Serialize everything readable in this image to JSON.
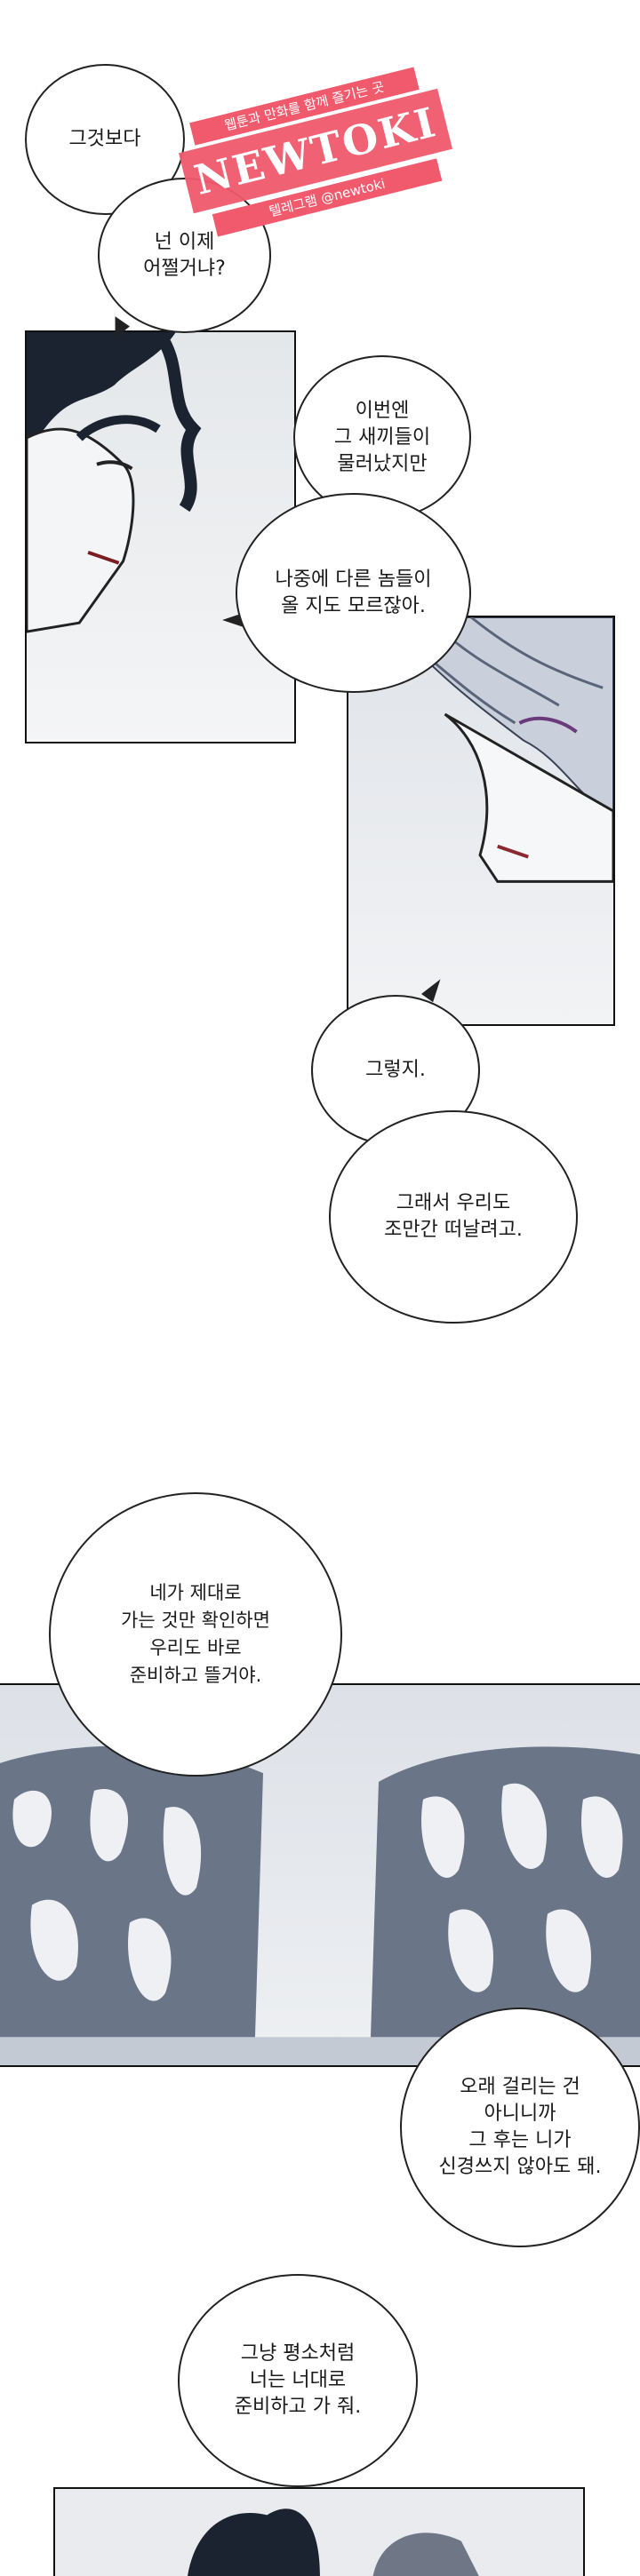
{
  "watermark": {
    "top": "웹툰과 만화를 함께 즐기는 곳",
    "main": "NEWTOKI",
    "bottom": "텔레그램 @newtoki"
  },
  "bubbles": {
    "b1": "그것보다",
    "b2": "넌 이제\n어쩔거냐?",
    "b3": "이번엔\n그 새끼들이\n물러났지만",
    "b4": "나중에 다른 놈들이\n올 지도 모르잖아.",
    "b5": "그렇지.",
    "b6": "그래서 우리도\n조만간 떠날려고.",
    "b7": "네가 제대로\n가는 것만 확인하면\n우리도 바로\n준비하고 뜰거야.",
    "b8": "오래 걸리는 건\n아니니까\n그 후는 니가\n신경쓰지 않아도 돼.",
    "b9": "그냥 평소처럼\n너는 너대로\n준비하고 가 줘."
  }
}
